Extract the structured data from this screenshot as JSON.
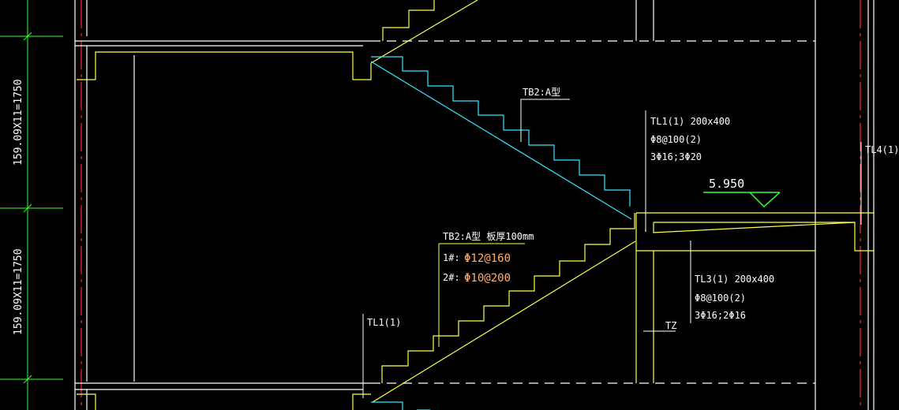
{
  "colors": {
    "background": "#000000",
    "wall": "#ffffff",
    "stair_yellow": "#ffff4d",
    "stair_cyan": "#33e6ff",
    "axis_red": "#ff2a2a",
    "dim_green": "#33ff33",
    "bar_orange": "#ffb070"
  },
  "dimensions": {
    "upper": "159.09X11=1750",
    "lower": "159.09X11=1750"
  },
  "labels": {
    "tb2_upper": "TB2:A型",
    "tl1_upper": {
      "title": "TL1(1) 200x400",
      "line1": "Φ8@100(2)",
      "line2": "3Φ16;3Φ20"
    },
    "elevation": "5.950",
    "tl4": "TL4(1)",
    "tb2_lower": {
      "title": "TB2:A型   板厚100mm",
      "row1_label": "1#:",
      "row1_value": "Φ12@160",
      "row2_label": "2#:",
      "row2_value": "Φ10@200"
    },
    "tl3": {
      "title": "TL3(1) 200x400",
      "line1": "Φ8@100(2)",
      "line2": "3Φ16;2Φ16"
    },
    "tz": "TZ",
    "tl1_lower": "TL1(1)"
  }
}
